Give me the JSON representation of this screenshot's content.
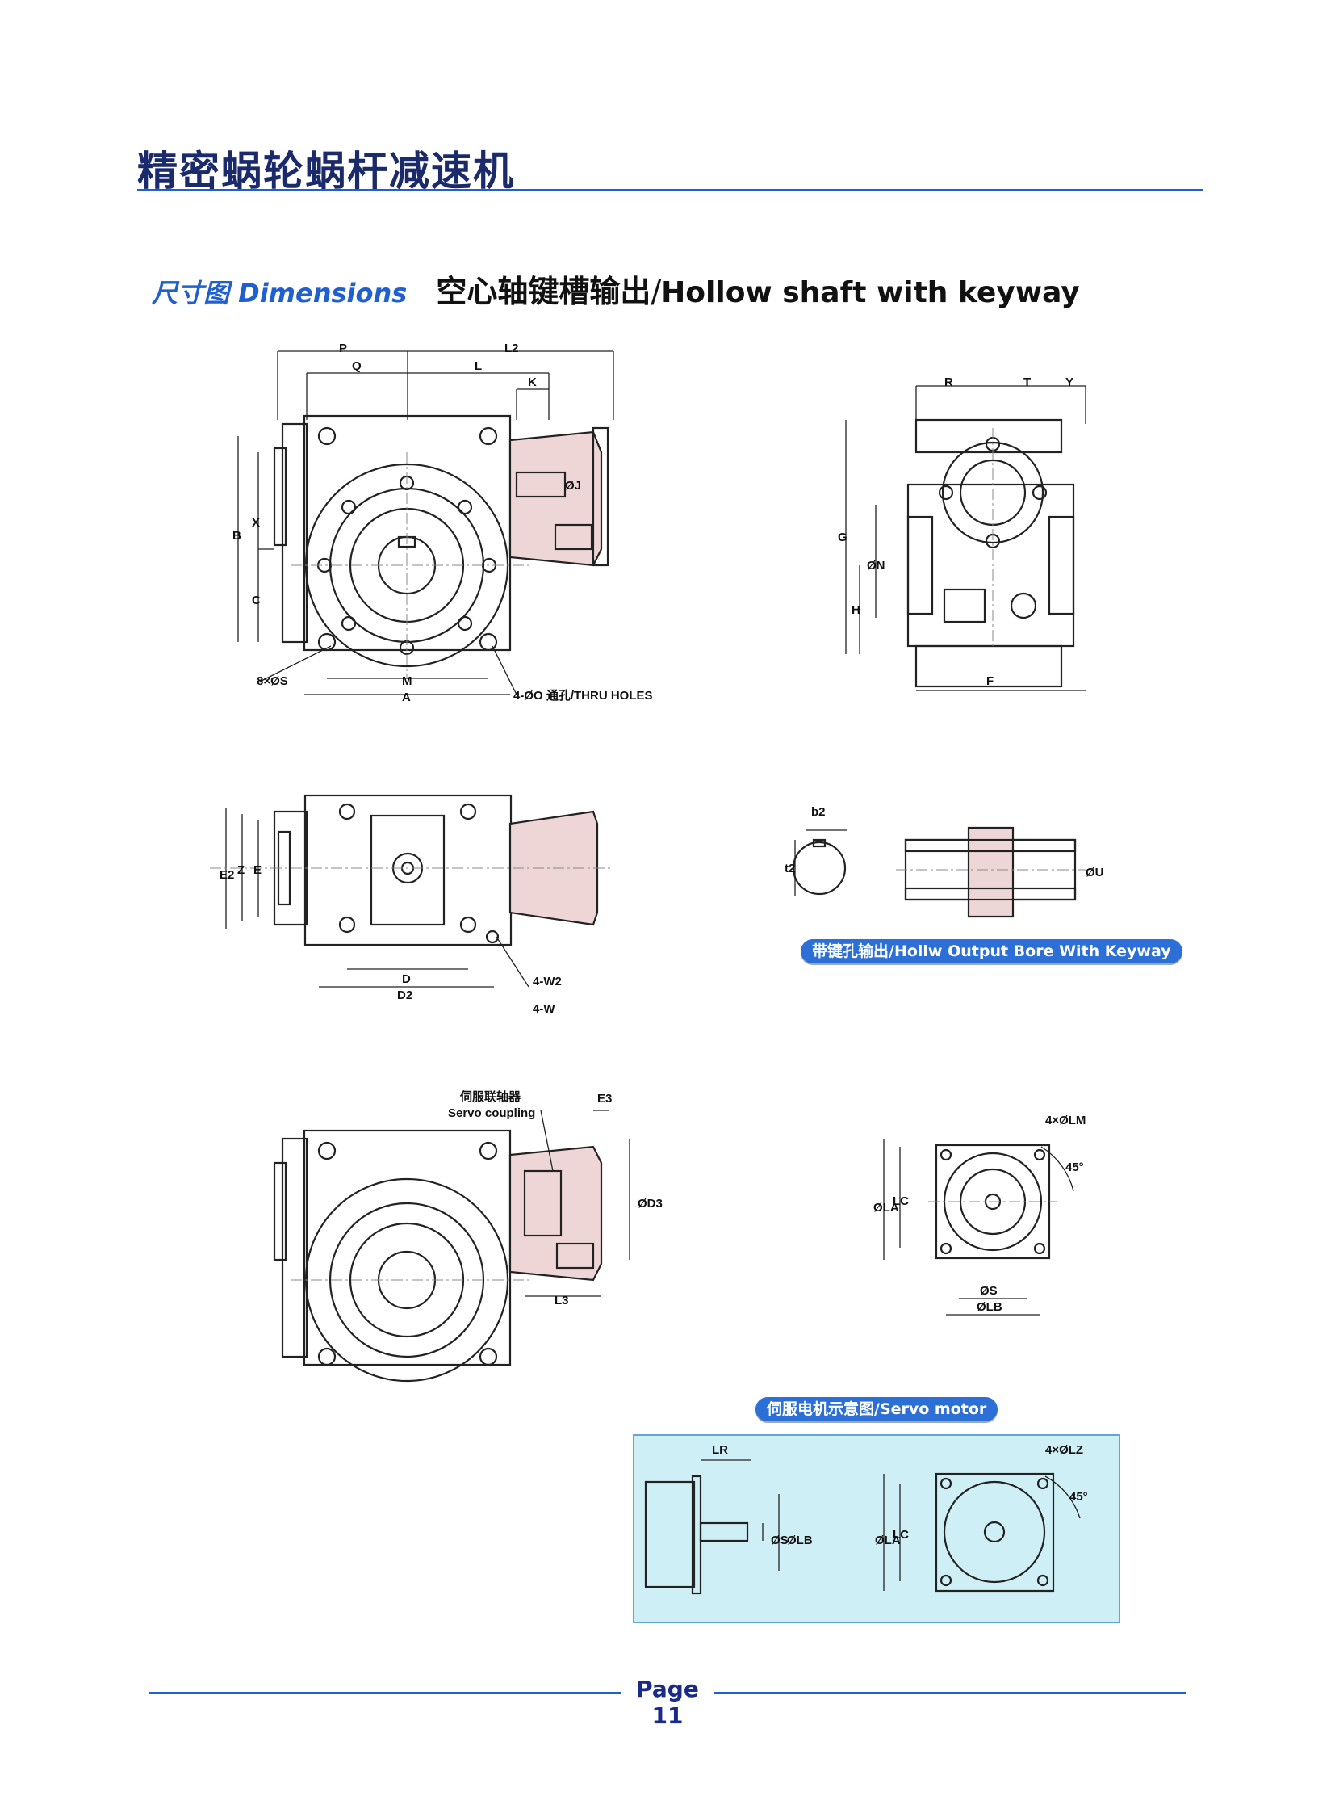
{
  "page": {
    "title": "精密蜗轮蜗杆减速机",
    "section_tag": "尺寸图 Dimensions",
    "section_title_cn": "空心轴键槽输出",
    "section_sep": "/",
    "section_title_en": "Hollow shaft with keyway",
    "page_number": "Page 11"
  },
  "badges": {
    "keyway_bore": "带键孔输出/Hollw Output Bore With Keyway",
    "servo_motor": "伺服电机示意图/Servo motor"
  },
  "labels": {
    "front": {
      "P": "P",
      "L2": "L2",
      "Q": "Q",
      "L": "L",
      "K": "K",
      "B": "B",
      "X": "X",
      "C": "C",
      "oJ": "ØJ",
      "M": "M",
      "A": "A",
      "holes_8": "8×ØS",
      "thru_holes": "4-ØO 通孔/THRU HOLES"
    },
    "side": {
      "R": "R",
      "T": "T",
      "Y": "Y",
      "G": "G",
      "oN": "ØN",
      "H": "H",
      "F": "F"
    },
    "bottom": {
      "E2": "E2",
      "Z": "Z",
      "E": "E",
      "D": "D",
      "D2": "D2",
      "W2": "4-W2",
      "W": "4-W"
    },
    "keyway": {
      "b2": "b2",
      "t2": "t2",
      "oU": "ØU"
    },
    "servo": {
      "coupling_cn": "伺服联轴器",
      "coupling_en": "Servo coupling",
      "E3": "E3",
      "oD3": "ØD3",
      "L3": "L3"
    },
    "flange": {
      "LM": "4×ØLM",
      "angle": "45°",
      "oLA": "ØLA",
      "LC": "LC",
      "oS": "ØS",
      "oLB": "ØLB"
    },
    "motor": {
      "LR": "LR",
      "LZ": "4×ØLZ",
      "angle": "45°",
      "oS": "ØS",
      "oLB": "ØLB",
      "oLA": "ØLA",
      "LC": "LC"
    }
  }
}
